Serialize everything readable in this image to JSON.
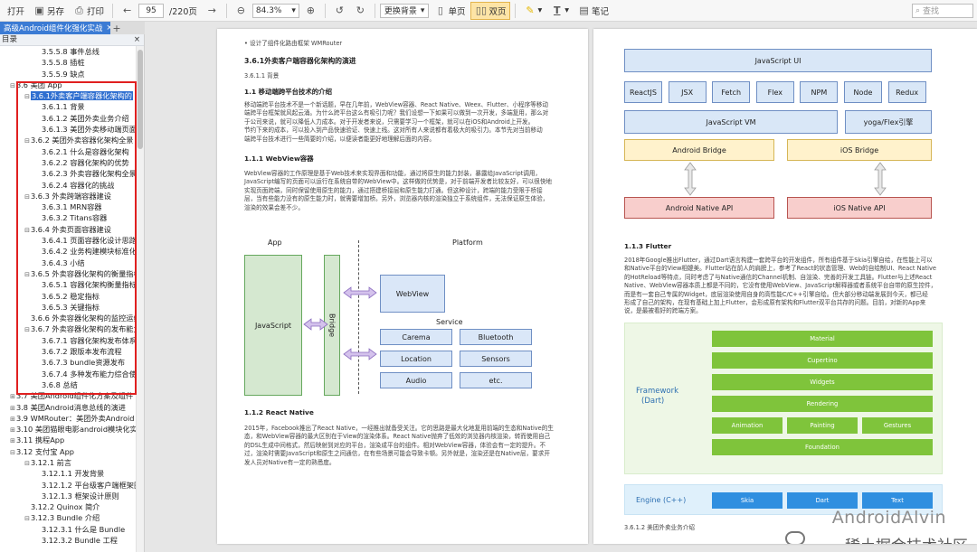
{
  "toolbar": {
    "open": "打开",
    "save_as": "另存",
    "print": "打印",
    "page_current": "95",
    "page_total": "/220页",
    "zoom": "84.3%",
    "background_mode": "更换背景",
    "single_page": "单页",
    "double_page": "双页",
    "notes": "笔记",
    "search_placeholder": "查找"
  },
  "tab": {
    "title": "高级Android组件化强化实战"
  },
  "sidebar": {
    "header": "目录",
    "items": [
      {
        "label": "3.5.5.8 事件总线",
        "indent": 3
      },
      {
        "label": "3.5.5.8 插桩",
        "indent": 3
      },
      {
        "label": "3.5.5.9 缺点",
        "indent": 3
      },
      {
        "label": "3.6 美团 App",
        "indent": 1,
        "exp": "−"
      },
      {
        "label": "3.6.1外卖客户端容器化架构的",
        "indent": 2,
        "exp": "−",
        "selected": true
      },
      {
        "label": "3.6.1.1 背景",
        "indent": 3
      },
      {
        "label": "3.6.1.2 美团外卖业务介绍",
        "indent": 3
      },
      {
        "label": "3.6.1.3 美团外卖移动端页面",
        "indent": 3
      },
      {
        "label": "3.6.2 美团外卖容器化架构全景",
        "indent": 2,
        "exp": "−"
      },
      {
        "label": "3.6.2.1 什么是容器化架构",
        "indent": 3
      },
      {
        "label": "3.6.2.2 容器化架构的优势",
        "indent": 3
      },
      {
        "label": "3.6.2.3 外卖容器化架构全景",
        "indent": 3
      },
      {
        "label": "3.6.2.4 容器化的挑战",
        "indent": 3
      },
      {
        "label": "3.6.3 外卖跨端容器建设",
        "indent": 2,
        "exp": "−"
      },
      {
        "label": "3.6.3.1 MRN容器",
        "indent": 3
      },
      {
        "label": "3.6.3.2 Titans容器",
        "indent": 3
      },
      {
        "label": "3.6.4 外卖页面容器建设",
        "indent": 2,
        "exp": "−"
      },
      {
        "label": "3.6.4.1 页面容器化设计思路",
        "indent": 3
      },
      {
        "label": "3.6.4.2 业务构建模块标准化",
        "indent": 3
      },
      {
        "label": "3.6.4.3 小结",
        "indent": 3
      },
      {
        "label": "3.6.5 外卖容器化架构的衡量指标",
        "indent": 2,
        "exp": "−"
      },
      {
        "label": "3.6.5.1 容器化架构衡量指标",
        "indent": 3
      },
      {
        "label": "3.6.5.2 稳定指标",
        "indent": 3
      },
      {
        "label": "3.6.5.3 关键指标",
        "indent": 3
      },
      {
        "label": "3.6.6 外卖容器化架构的监控运维",
        "indent": 2
      },
      {
        "label": "3.6.7 外卖容器化架构的发布能力",
        "indent": 2,
        "exp": "−"
      },
      {
        "label": "3.6.7.1 容器化架构发布体系",
        "indent": 3
      },
      {
        "label": "3.6.7.2 跟版本发布流程",
        "indent": 3
      },
      {
        "label": "3.6.7.3 bundle资源发布",
        "indent": 3
      },
      {
        "label": "3.6.7.4 多种发布能力综合使用",
        "indent": 3
      },
      {
        "label": "3.6.8 总结",
        "indent": 3
      },
      {
        "label": "3.7 美团Android组件化方案及组件",
        "indent": 1,
        "exp": "+"
      },
      {
        "label": "3.8 美团Android消息总线的演进",
        "indent": 1,
        "exp": "+"
      },
      {
        "label": "3.9 WMRouter：美团外卖Android",
        "indent": 1,
        "exp": "+"
      },
      {
        "label": "3.10 美团猫眼电影android模块化实战",
        "indent": 1,
        "exp": "+"
      },
      {
        "label": "3.11 携程App",
        "indent": 1,
        "exp": "+"
      },
      {
        "label": "3.12 支付宝 App",
        "indent": 1,
        "exp": "−"
      },
      {
        "label": "3.12.1 前言",
        "indent": 2,
        "exp": "−"
      },
      {
        "label": "3.12.1.1 开发背景",
        "indent": 3
      },
      {
        "label": "3.12.1.2 平台级客户端框架图",
        "indent": 3
      },
      {
        "label": "3.12.1.3 框架设计原则",
        "indent": 3
      },
      {
        "label": "3.12.2 Quinox 简介",
        "indent": 2
      },
      {
        "label": "3.12.3 Bundle 介绍",
        "indent": 2,
        "exp": "−"
      },
      {
        "label": "3.12.3.1 什么是 Bundle",
        "indent": 3
      },
      {
        "label": "3.12.3.2 Bundle 工程",
        "indent": 3
      }
    ]
  },
  "left_page": {
    "bullet": "设计了组件化路由框架 WMRouter",
    "h_main": "3.6.1外卖客户端容器化架构的演进",
    "sub1": "3.6.1.1 背景",
    "h_111": "1.1 移动端跨平台技术的介绍",
    "para1": [
      "移动端跨平台技术不是一个新话题，早在几年前，WebView容器、React Native、Weex、Flutter、小程序等移动",
      "端跨平台框架就风起云涌。为什么跨平台这么有吸引力呢？我们设想一下如果可以做到一次开发，多端复用，那么对",
      "于公司来说，就可以降低人力成本。对于开发者来说，只需要学习一个框架，就可以在iOS和Android上开发。",
      "节约下来的成本，可以投入到产品快速验证、快速上线。这对所有人来说都有着极大的吸引力。本节先对当前移动",
      "端跨平台技术进行一些简要的介绍，以便读者能更好地理解后面的内容。"
    ],
    "h_1111": "1.1.1 WebView容器",
    "para2": [
      "WebView容器的工作原理是基于Web技术来实现界面和功能，通过将原生的能力封装，暴露给JavaScript调用，",
      "JavaScript编写的页面可以运行在系统自带的WebView中。这样做的优势是，对于前端开发者比较友好，可以很快地",
      "实现页面跨端，同时保留使用原生的能力，通过搭建桥接层和原生能力打通。但这种设计，跨端的能力受限于桥接",
      "层，当有些能力没有的原生能力时，就需要增加桥。另外，浏览器内核的渲染独立于系统组件，无法保证原生体验，",
      "渲染的效果会差不少。"
    ],
    "diagram": {
      "app": "App",
      "platform": "Platform",
      "javascript": "JavaScript",
      "bridge": "Bridge",
      "webview": "WebView",
      "service": "Service",
      "services": [
        "Carema",
        "Bluetooth",
        "Location",
        "Sensors",
        "Audio",
        "etc."
      ]
    },
    "h_112": "1.1.2 React Native",
    "para3": [
      "2015年，Facebook推出了React Native，一经推出就备受关注。它的思路是最大化地复用前端的生态和Native的生",
      "态，和WebView容器的最大区别在于View的渲染体系。React Native抛弃了低效的浏览器内核渲染，转而使用自己",
      "的DSL生成中间格式，然后映射到对应的平台，渲染成平台的组件。相对WebView容器，体验会有一定的提升。不",
      "过，渲染时需要JavaScript和原生之间通信，在有些场景可能会导致卡顿。另外就是，渲染还是在Native层，要求开",
      "发人员对Native有一定的熟悉度。"
    ]
  },
  "right_page": {
    "rn_diagram": {
      "js_ui": "JavaScript UI",
      "libs": [
        "ReactJS",
        "JSX",
        "Fetch",
        "Flex",
        "NPM",
        "Node",
        "Redux"
      ],
      "js_vm": "JavaScript VM",
      "yoga": "yoga/Flex引擎",
      "android_bridge": "Android Bridge",
      "ios_bridge": "iOS Bridge",
      "android_api": "Android Native API",
      "ios_api": "iOS Native API"
    },
    "h_113": "1.1.3 Flutter",
    "para4": [
      "2018年Google推出Flutter，通过Dart语言构建一套跨平台的开发组件，所有组件基于Skia引擎自绘，在性能上可以",
      "和Native平台的View相媲美。Flutter站在前人的肩膀上，参考了React的状态管理、Web的自绘制UI、React Native",
      "的HotReload等特点，同时考虑了与Native通信的Channel机制、自渲染、完善的开发工具链。Flutter与上述React",
      "Native、WebView容器本质上都是不同的，它没有使用WebView、JavaScript解释器或者系统平台自带的原生控件，",
      "而是有一套自己专属的Widget，底层渲染使用自身的高性能C/C++引擎自绘。但大部分移动端发展到今天，都已经",
      "形成了自己的架构，在现有基础上加上Flutter，会形成原有架构和Flutter双平台共存的问题。目前，对新的App来",
      "说，是最被看好的跨端方案。"
    ],
    "flutter": {
      "framework": "Framework",
      "dart": "(Dart)",
      "layers": [
        "Material",
        "Cupertino",
        "Widgets",
        "Rendering"
      ],
      "row": [
        "Animation",
        "Painting",
        "Gestures"
      ],
      "foundation": "Foundation",
      "engine": "Engine (C++)",
      "engine_parts": [
        "Skia",
        "Dart",
        "Text"
      ]
    },
    "caption": "3.6.1.2 美团外卖业务介绍",
    "watermark1": "AndroidAlvin",
    "watermark2": "稀土掘金技术社区"
  }
}
